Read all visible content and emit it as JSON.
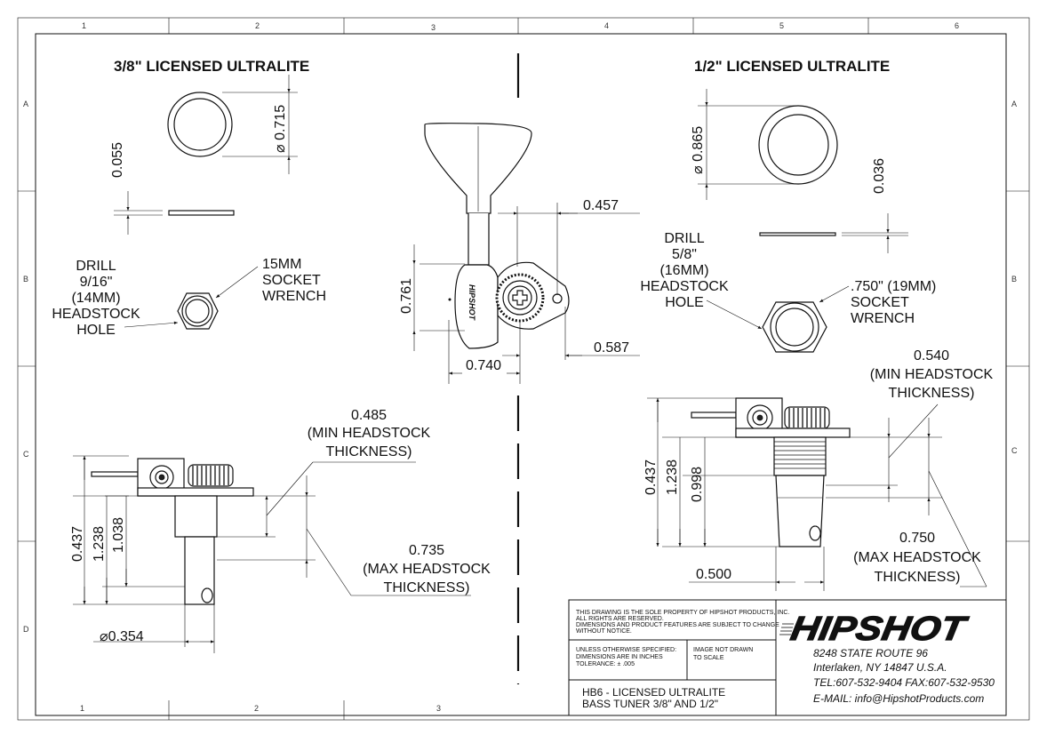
{
  "zones": {
    "columns_top": [
      "1",
      "2",
      "3",
      "4",
      "5",
      "6"
    ],
    "columns_bottom": [
      "1",
      "2",
      "3"
    ],
    "rows": [
      "A",
      "B",
      "C",
      "D"
    ]
  },
  "left_view": {
    "title": "3/8\" LICENSED ULTRALITE",
    "washer_diameter": "0.715",
    "washer_thickness": "0.055",
    "drill_lines": [
      "DRILL",
      "9/16\"",
      "(14MM)",
      "HEADSTOCK",
      "HOLE"
    ],
    "socket_lines": [
      "15MM",
      "SOCKET",
      "WRENCH"
    ],
    "min_thickness_lines": [
      "0.485",
      "(MIN HEADSTOCK",
      "THICKNESS)"
    ],
    "max_thickness_lines": [
      "0.735",
      "(MAX HEADSTOCK",
      "THICKNESS)"
    ],
    "dim_0437": "0.437",
    "dim_1238": "1.238",
    "dim_1038": "1.038",
    "shaft_diameter": "0.354"
  },
  "center_view": {
    "dim_0457": "0.457",
    "dim_0761": "0.761",
    "dim_0740": "0.740",
    "dim_0587": "0.587",
    "logo_text": "HIPSHOT"
  },
  "right_view": {
    "title": "1/2\" LICENSED ULTRALITE",
    "washer_diameter": "0.865",
    "washer_thickness": "0.036",
    "drill_lines": [
      "DRILL",
      "5/8\"",
      "(16MM)",
      "HEADSTOCK",
      "HOLE"
    ],
    "socket_lines": [
      ".750\" (19MM)",
      "SOCKET",
      "WRENCH"
    ],
    "min_thickness_lines": [
      "0.540",
      "(MIN HEADSTOCK",
      "THICKNESS)"
    ],
    "max_thickness_lines": [
      "0.750",
      "(MAX HEADSTOCK",
      "THICKNESS)"
    ],
    "dim_0437": "0.437",
    "dim_1238": "1.238",
    "dim_0998": "0.998",
    "dim_0500": "0.500"
  },
  "title_block": {
    "notice_lines": [
      "THIS DRAWING IS THE SOLE PROPERTY OF HIPSHOT PRODUCTS, INC.",
      "ALL RIGHTS ARE RESERVED.",
      "DIMENSIONS AND PRODUCT FEATURES ARE SUBJECT TO CHANGE",
      "WITHOUT NOTICE."
    ],
    "tolerance_lines": [
      "UNLESS OTHERWISE SPECIFIED:",
      "DIMENSIONS ARE IN INCHES",
      "TOLERANCE: ± .005"
    ],
    "scale_lines": [
      "IMAGE NOT DRAWN",
      "TO SCALE"
    ],
    "part_lines": [
      "HB6 - LICENSED ULTRALITE",
      "BASS TUNER 3/8\" AND 1/2\""
    ],
    "brand": "HIPSHOT",
    "address_lines": [
      "8248 STATE ROUTE 96",
      "Interlaken, NY 14847 U.S.A.",
      "TEL:607-532-9404 FAX:607-532-9530",
      "E-MAIL: info@HipshotProducts.com"
    ]
  }
}
